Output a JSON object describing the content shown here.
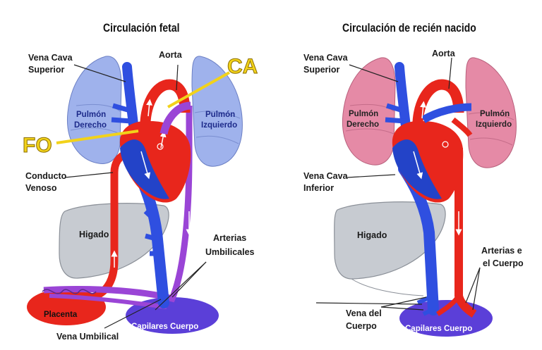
{
  "left": {
    "title": "Circulación fetal",
    "labels": {
      "vena_cava_superior_1": "Vena Cava",
      "vena_cava_superior_2": "Superior",
      "aorta": "Aorta",
      "ca": "CA",
      "pulmon_derecho_1": "Pulmón",
      "pulmon_derecho_2": "Derecho",
      "pulmon_izquierdo_1": "Pulmón",
      "pulmon_izquierdo_2": "Izquierdo",
      "fo": "FO",
      "conducto_venoso_1": "Conducto",
      "conducto_venoso_2": "Venoso",
      "higado": "Higado",
      "arterias_umbilicales_1": "Arterias",
      "arterias_umbilicales_2": "Umbilicales",
      "placenta": "Placenta",
      "capilares_cuerpo": "Capilares Cuerpo",
      "vena_umbilical": "Vena Umbilical"
    }
  },
  "right": {
    "title": "Circulación de recién nacido",
    "labels": {
      "vena_cava_superior_1": "Vena Cava",
      "vena_cava_superior_2": "Superior",
      "aorta": "Aorta",
      "pulmon_derecho_1": "Pulmón",
      "pulmon_derecho_2": "Derecho",
      "pulmon_izquierdo_1": "Pulmón",
      "pulmon_izquierdo_2": "Izquierdo",
      "vena_cava_inferior_1": "Vena Cava",
      "vena_cava_inferior_2": "Inferior",
      "higado": "Higado",
      "arterias_cuerpo_1": "Arterias e",
      "arterias_cuerpo_2": "el Cuerpo",
      "vena_cuerpo_1": "Vena del",
      "vena_cuerpo_2": "Cuerpo",
      "capilares_cuerpo": "Capilares Cuerpo"
    }
  },
  "colors": {
    "vein_blue": "#2f4fe0",
    "artery_red": "#e8261c",
    "mixed_purple": "#9a45d6",
    "lung_fetal": "#9fb2ec",
    "lung_newborn": "#e58aa6",
    "liver": "#c7cbd1",
    "placenta": "#e8261c",
    "capillaries": "#5b3fd8",
    "callout": "#f2d21a"
  }
}
